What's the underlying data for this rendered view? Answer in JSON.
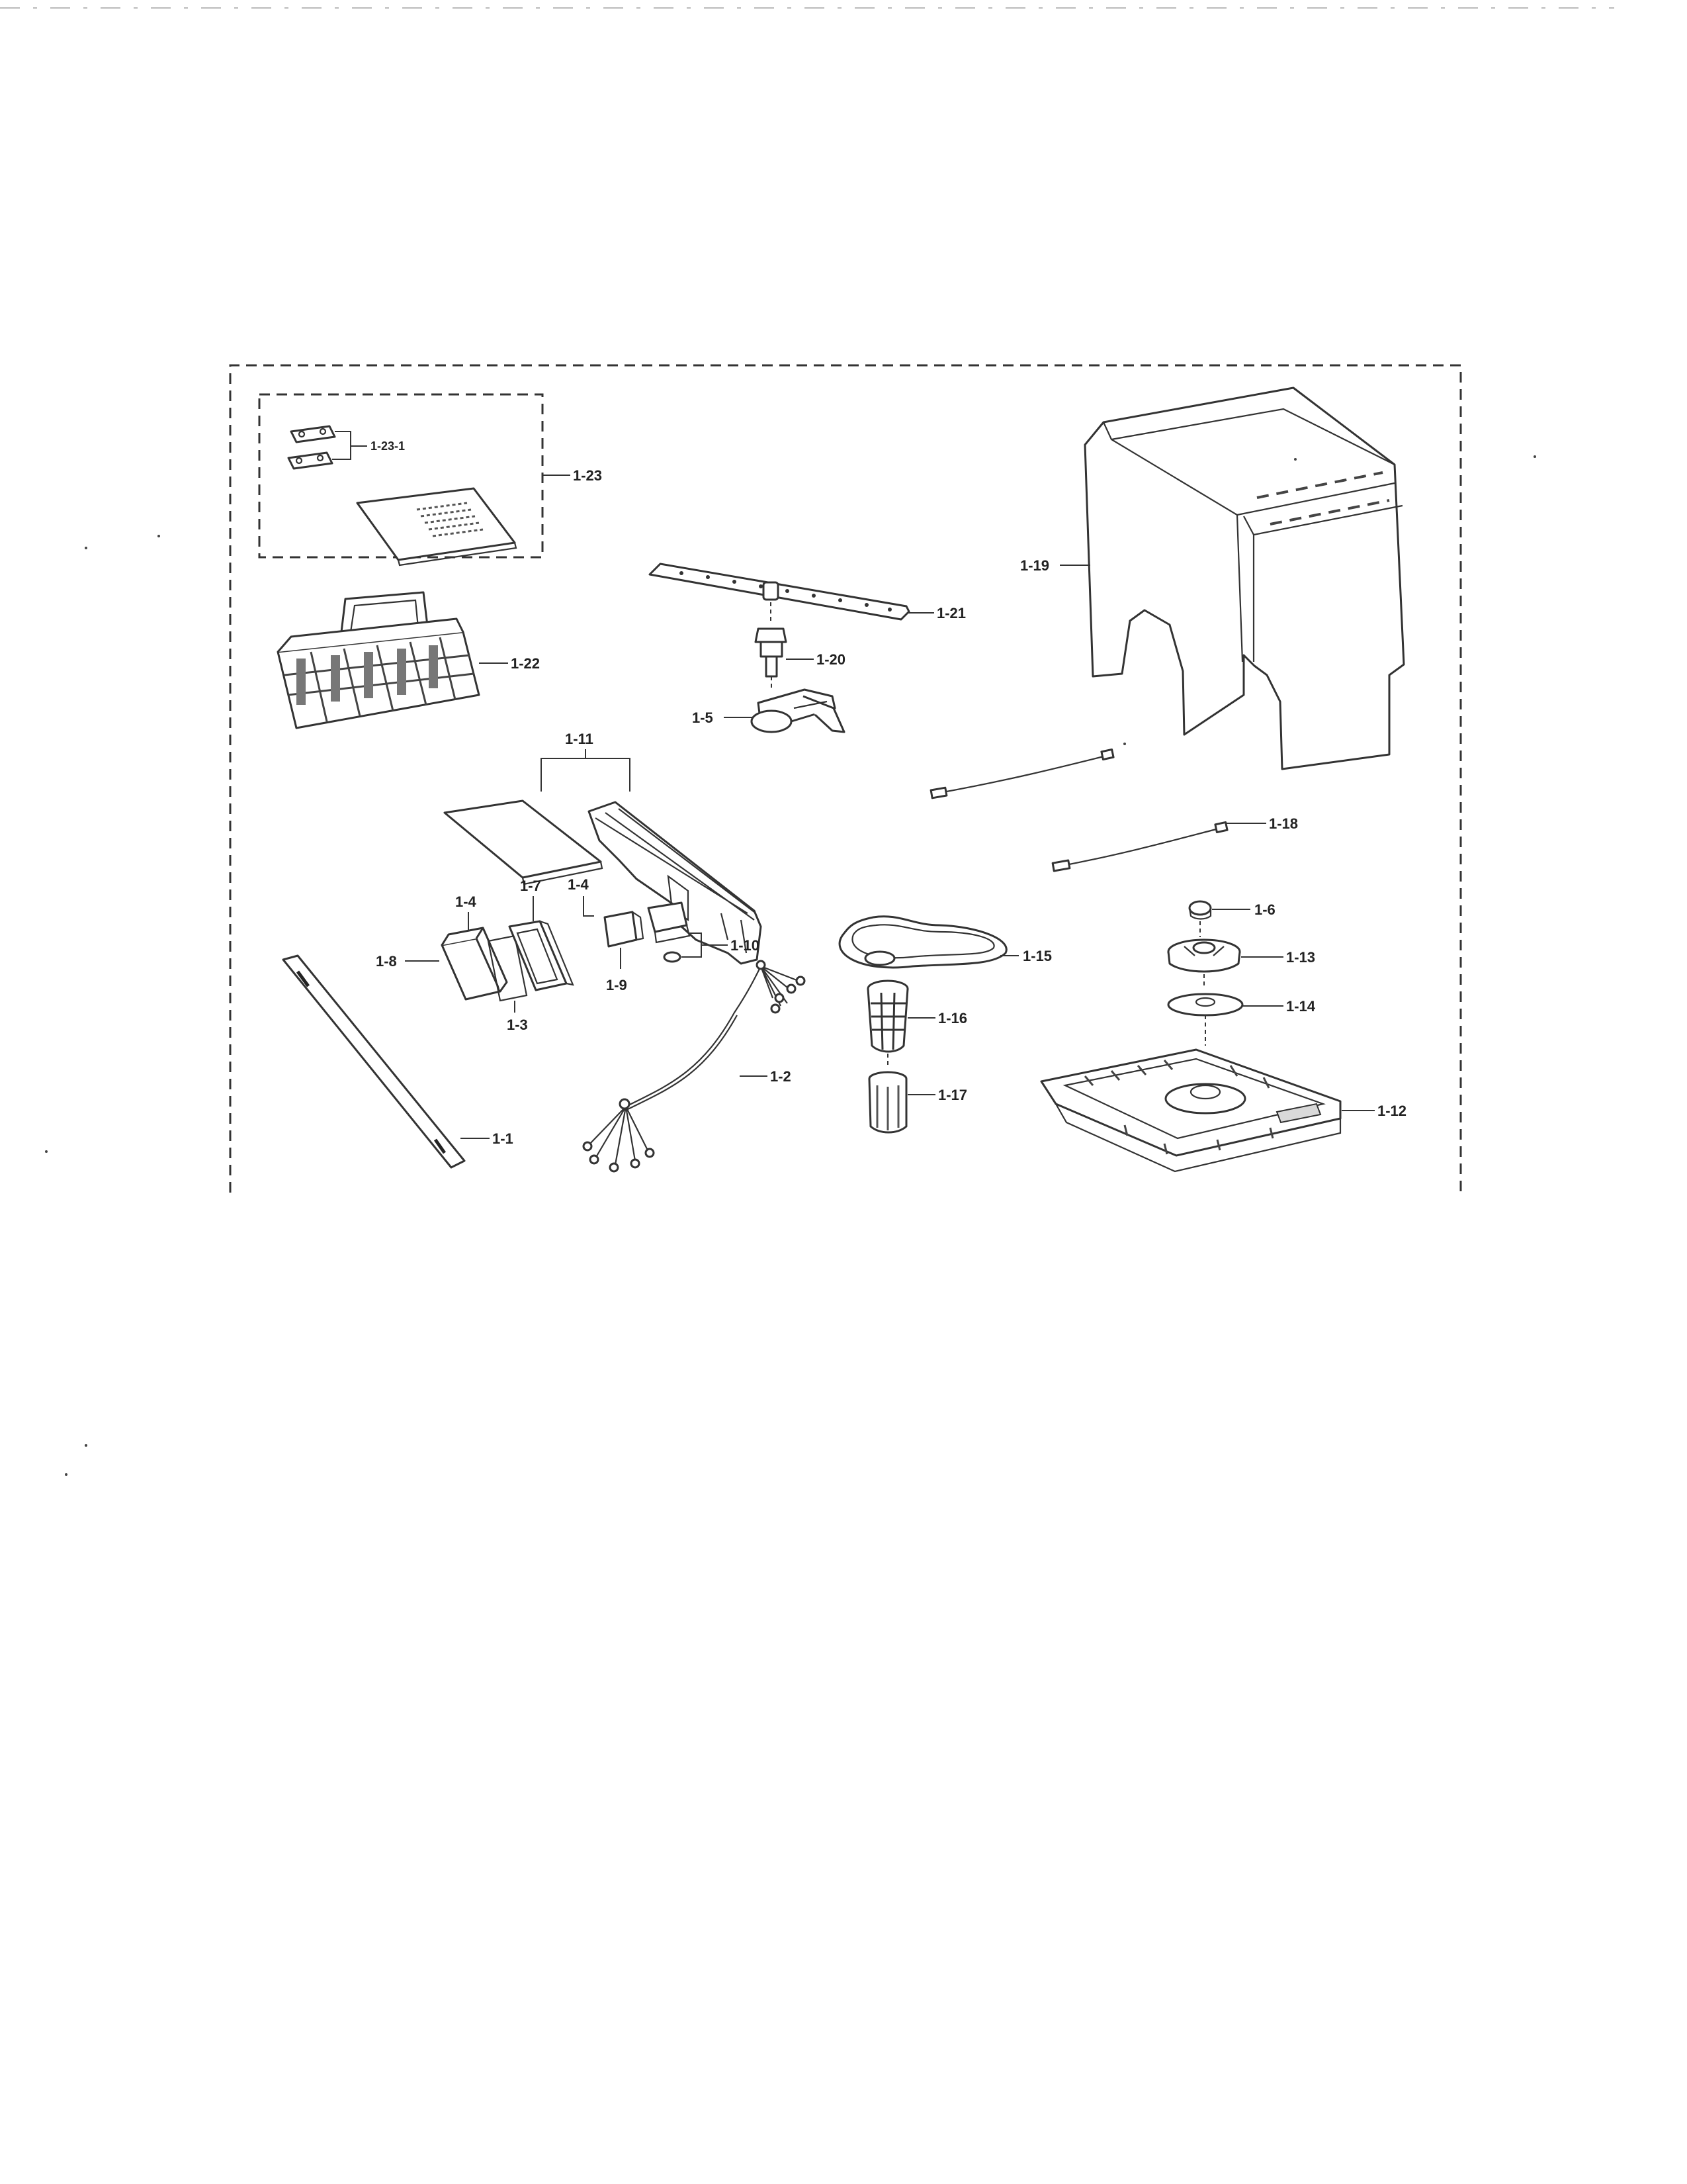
{
  "labels": {
    "l_1_1": "1-1",
    "l_1_2": "1-2",
    "l_1_3": "1-3",
    "l_1_4a": "1-4",
    "l_1_4b": "1-4",
    "l_1_5": "1-5",
    "l_1_6": "1-6",
    "l_1_7": "1-7",
    "l_1_8": "1-8",
    "l_1_9": "1-9",
    "l_1_10": "1-10",
    "l_1_11": "1-11",
    "l_1_12": "1-12",
    "l_1_13": "1-13",
    "l_1_14": "1-14",
    "l_1_15": "1-15",
    "l_1_16": "1-16",
    "l_1_17": "1-17",
    "l_1_18": "1-18",
    "l_1_19": "1-19",
    "l_1_20": "1-20",
    "l_1_21": "1-21",
    "l_1_22": "1-22",
    "l_1_23": "1-23",
    "l_1_23_1": "1-23-1"
  }
}
